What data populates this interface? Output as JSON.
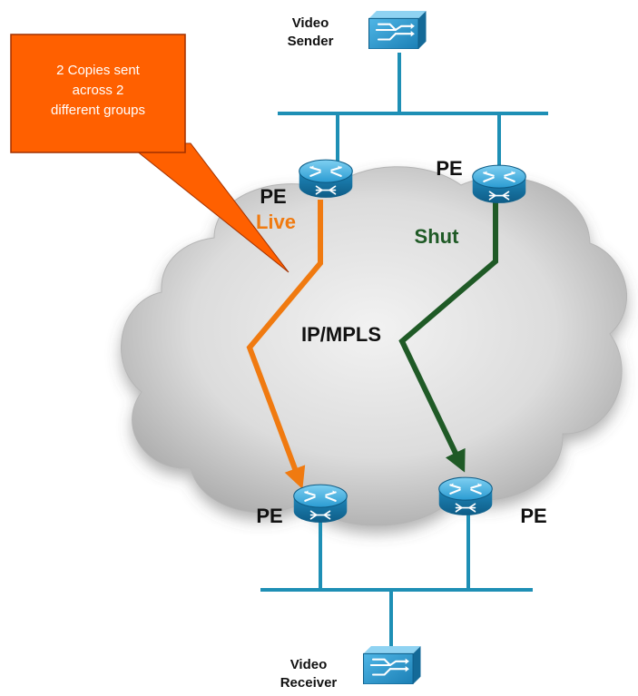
{
  "colors": {
    "network_line": "#1e8fb5",
    "live_path": "#f07a10",
    "shut_path": "#1f5a26",
    "callout_fill": "#ff6000",
    "callout_border": "#a03000",
    "device_blue": "#2196d0"
  },
  "callout": {
    "line1": "2 Copies sent",
    "line2": "across 2",
    "line3": "different groups"
  },
  "sender": {
    "label_line1": "Video",
    "label_line2": "Sender",
    "icon": "switch-icon"
  },
  "receiver": {
    "label_line1": "Video",
    "label_line2": "Receiver",
    "icon": "switch-icon"
  },
  "routers": {
    "top_left_label": "PE",
    "top_right_label": "PE",
    "bottom_left_label": "PE",
    "bottom_right_label": "PE",
    "icon": "router-icon"
  },
  "paths": {
    "live_label": "Live",
    "shut_label": "Shut"
  },
  "cloud": {
    "label": "IP/MPLS",
    "icon": "cloud-icon"
  }
}
